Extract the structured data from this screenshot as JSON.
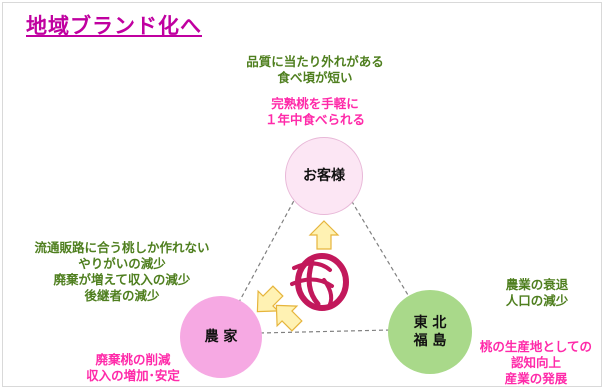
{
  "title": "地域ブランド化へ",
  "customer": {
    "label": "お客様",
    "issue": [
      "品質に当たり外れがある",
      "食べ頃が短い"
    ],
    "benefit": [
      "完熟桃を手軽に",
      "１年中食べられる"
    ]
  },
  "farmer": {
    "label": "農 家",
    "issue": [
      "流通販路に合う桃しか作れない",
      "やりがいの減少",
      "廃棄が増えて収入の減少",
      "後継者の減少"
    ],
    "benefit": [
      "廃棄桃の削減",
      "収入の増加･安定"
    ]
  },
  "region": {
    "label": [
      "東 北",
      "福 島"
    ],
    "issue": [
      "農業の衰退",
      "人口の減少"
    ],
    "benefit": [
      "桃の生産地としての",
      "認知向上",
      "産業の発展"
    ]
  },
  "colors": {
    "title": "#c000a0",
    "issue_text": "#4f7f1f",
    "benefit_text": "#ff2aa9",
    "customer_circle": "#fce6f4",
    "farmer_circle": "#f6a9e3",
    "region_circle": "#a9d98a",
    "arrow_fill": "#fff2b3",
    "arrow_stroke": "#e6b53c",
    "logo": "#c2185b"
  }
}
